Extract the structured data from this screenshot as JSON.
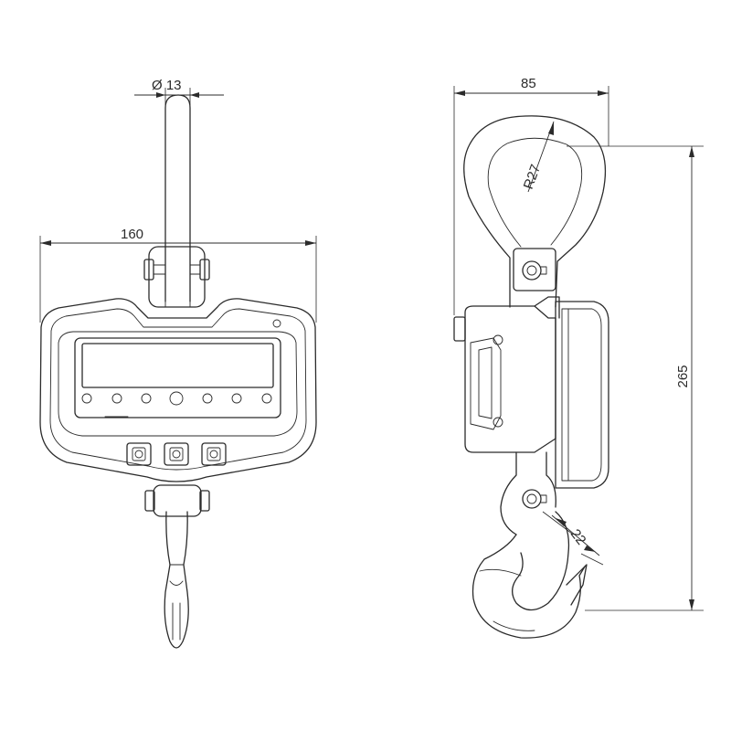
{
  "dimensions": {
    "shackle_diameter": "Ø 13",
    "front_width": "160",
    "side_depth": "85",
    "total_height": "265",
    "eye_radius": "R27",
    "hook_throat": "22"
  },
  "front_view": {
    "indicator_led_count": 7,
    "button_count": 3
  }
}
